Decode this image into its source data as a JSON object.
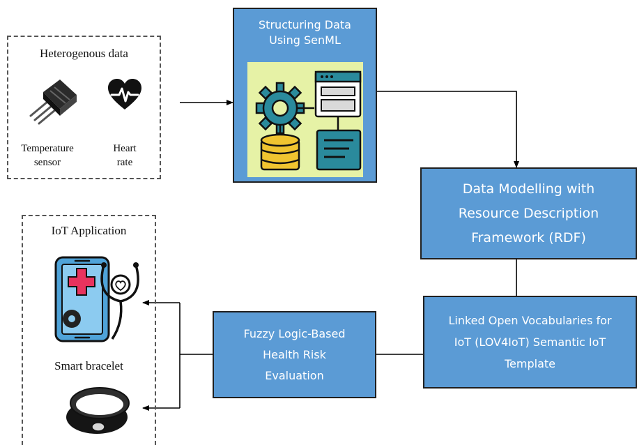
{
  "heterogenous_panel": {
    "title": "Heterogenous data",
    "temperature_label": "Temperature\nsensor",
    "heart_label": "Heart\nrate",
    "icons": [
      "temperature-sensor-icon",
      "heart-rate-icon"
    ]
  },
  "senml_box": {
    "title": "Structuring Data\nUsing SenML",
    "icons": [
      "gear-icon",
      "database-icon",
      "browser-window-icon",
      "document-icon"
    ]
  },
  "rdf_box": {
    "label": "Data Modelling with\nResource Description\nFramework (RDF)"
  },
  "lov_box": {
    "label": "Linked Open Vocabularies for\nIoT (LOV4IoT) Semantic IoT\nTemplate"
  },
  "fuzzy_box": {
    "label": "Fuzzy Logic-Based\nHealth Risk\nEvaluation"
  },
  "iot_panel": {
    "title": "IoT Application",
    "bracelet_label": "Smart bracelet",
    "icons": [
      "smartphone-medical-icon",
      "stethoscope-icon",
      "smart-bracelet-icon"
    ]
  },
  "colors": {
    "box_fill": "#5b9bd5",
    "box_text": "#ffffff",
    "inner_panel": "#e6f2a6",
    "arrow": "#000000"
  }
}
